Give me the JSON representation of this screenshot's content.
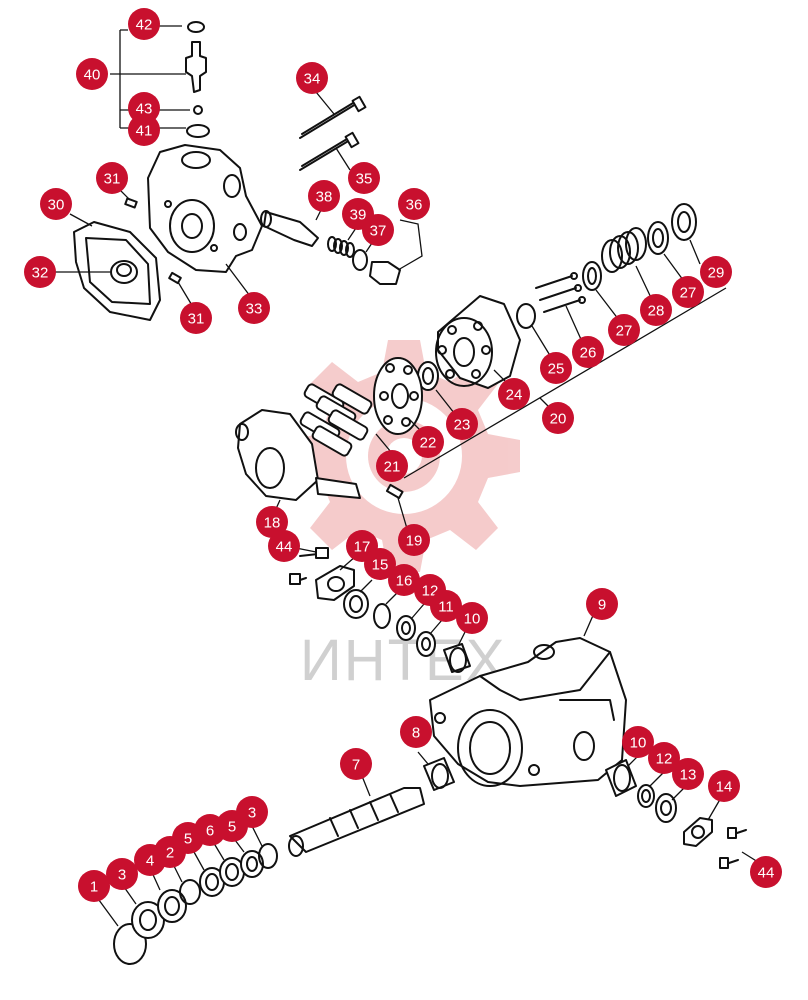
{
  "watermark": {
    "text": "ИНТЕХ",
    "gear_color": "#f4c6c6"
  },
  "colors": {
    "callout": "#c8102e",
    "callout_text": "#ffffff",
    "line": "#111111"
  },
  "callouts": [
    {
      "id": "c42",
      "label": "42"
    },
    {
      "id": "c40",
      "label": "40"
    },
    {
      "id": "c43",
      "label": "43"
    },
    {
      "id": "c41",
      "label": "41"
    },
    {
      "id": "c34",
      "label": "34"
    },
    {
      "id": "c35",
      "label": "35"
    },
    {
      "id": "c31a",
      "label": "31"
    },
    {
      "id": "c30",
      "label": "30"
    },
    {
      "id": "c38",
      "label": "38"
    },
    {
      "id": "c39",
      "label": "39"
    },
    {
      "id": "c36",
      "label": "36"
    },
    {
      "id": "c37",
      "label": "37"
    },
    {
      "id": "c32",
      "label": "32"
    },
    {
      "id": "c31b",
      "label": "31"
    },
    {
      "id": "c33",
      "label": "33"
    },
    {
      "id": "c29",
      "label": "29"
    },
    {
      "id": "c27a",
      "label": "27"
    },
    {
      "id": "c28",
      "label": "28"
    },
    {
      "id": "c27b",
      "label": "27"
    },
    {
      "id": "c26",
      "label": "26"
    },
    {
      "id": "c25",
      "label": "25"
    },
    {
      "id": "c24",
      "label": "24"
    },
    {
      "id": "c20",
      "label": "20"
    },
    {
      "id": "c23",
      "label": "23"
    },
    {
      "id": "c22",
      "label": "22"
    },
    {
      "id": "c21",
      "label": "21"
    },
    {
      "id": "c18",
      "label": "18"
    },
    {
      "id": "c19",
      "label": "19"
    },
    {
      "id": "c44a",
      "label": "44"
    },
    {
      "id": "c17",
      "label": "17"
    },
    {
      "id": "c15",
      "label": "15"
    },
    {
      "id": "c16",
      "label": "16"
    },
    {
      "id": "c12a",
      "label": "12"
    },
    {
      "id": "c11",
      "label": "11"
    },
    {
      "id": "c10a",
      "label": "10"
    },
    {
      "id": "c9",
      "label": "9"
    },
    {
      "id": "c8",
      "label": "8"
    },
    {
      "id": "c7",
      "label": "7"
    },
    {
      "id": "c10b",
      "label": "10"
    },
    {
      "id": "c12b",
      "label": "12"
    },
    {
      "id": "c13",
      "label": "13"
    },
    {
      "id": "c14",
      "label": "14"
    },
    {
      "id": "c44b",
      "label": "44"
    },
    {
      "id": "c1",
      "label": "1"
    },
    {
      "id": "c3a",
      "label": "3"
    },
    {
      "id": "c4",
      "label": "4"
    },
    {
      "id": "c2a",
      "label": "2"
    },
    {
      "id": "c5a",
      "label": "5"
    },
    {
      "id": "c6",
      "label": "6"
    },
    {
      "id": "c5b",
      "label": "5"
    },
    {
      "id": "c3b",
      "label": "3"
    }
  ]
}
